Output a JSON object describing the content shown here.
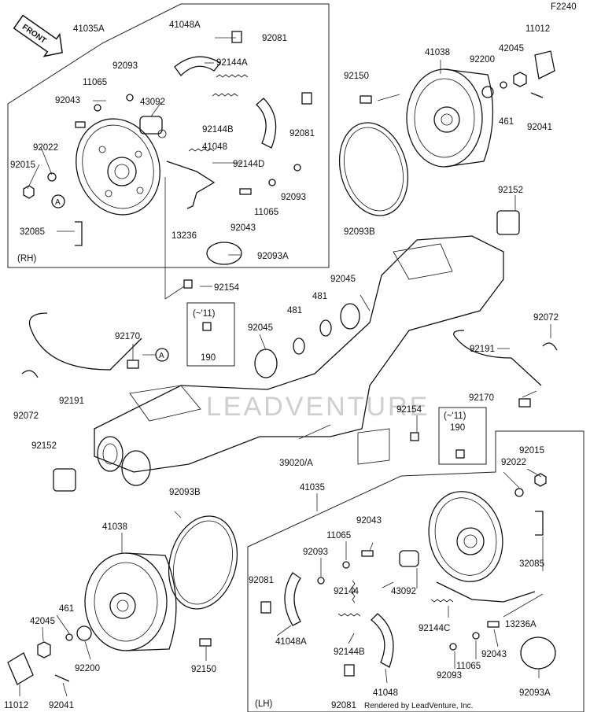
{
  "diagram_code": "F2240",
  "front_label": "FRONT",
  "group_labels": {
    "rh": "(RH)",
    "lh": "(LH)",
    "inset_upper": "(~'11)",
    "inset_lower": "(~'11)"
  },
  "parts": {
    "p41035A": "41035A",
    "p41048A": "41048A",
    "p92081_top": "92081",
    "p92093_top": "92093",
    "p92144A": "92144A",
    "p11065_top": "11065",
    "p92043_top": "92043",
    "p43092_top": "43092",
    "p92022_top": "92022",
    "p92015_top": "92015",
    "p92144B_top": "92144B",
    "p92081_mid": "92081",
    "p41048": "41048",
    "p92144D": "92144D",
    "p92093_mid": "92093",
    "p11065_mid": "11065",
    "p92043_mid": "92043",
    "p13236": "13236",
    "p92093A_top": "92093A",
    "p32085_top": "32085",
    "p92154_top": "92154",
    "p190_top": "190",
    "p41038_top": "41038",
    "p92150_top": "92150",
    "p92200_top": "92200",
    "p42045_top": "42045",
    "p11012_top": "11012",
    "p461_top": "461",
    "p92041_top": "92041",
    "p92093B_top": "92093B",
    "p92152_top": "92152",
    "p92045_a": "92045",
    "p481_a": "481",
    "p481_b": "481",
    "p92045_b": "92045",
    "p92170_left": "92170",
    "p92191_left": "92191",
    "p92072_left": "92072",
    "p92072_right": "92072",
    "p92191_right": "92191",
    "p92170_right": "92170",
    "p92154_mid": "92154",
    "p190_bot": "190",
    "p92152_left": "92152",
    "p39020A": "39020/A",
    "p92015_bot": "92015",
    "p92022_bot": "92022",
    "p41035": "41035",
    "p92093B_bot": "92093B",
    "p92043_bot": "92043",
    "p11065_bot": "11065",
    "p92093_bot": "92093",
    "p41038_bot": "41038",
    "p92081_bot": "92081",
    "p92144": "92144",
    "p43092_bot": "43092",
    "p32085_bot": "32085",
    "p41048A_bot": "41048A",
    "p92144C": "92144C",
    "p13236A": "13236A",
    "p461_bot": "461",
    "p42045_bot": "42045",
    "p92144B_bot": "92144B",
    "p92043_bot2": "92043",
    "p92093_bot2": "92093",
    "p11065_bot2": "11065",
    "p92093A_bot": "92093A",
    "p92200_bot": "92200",
    "p92150_bot": "92150",
    "p41048_bot": "41048",
    "p92081_bot2": "92081",
    "p11012_bot": "11012",
    "p92041_bot": "92041"
  },
  "ref_marks": {
    "a_top": "A",
    "a_mid": "A"
  },
  "watermark": "LEADVENTURE",
  "credit": "Rendered by LeadVenture, Inc."
}
